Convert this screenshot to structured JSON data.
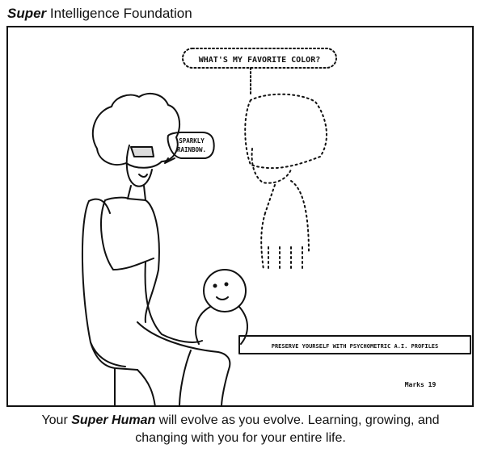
{
  "header": {
    "brand_bold": "Super",
    "brand_rest": " Intelligence Foundation"
  },
  "cartoon": {
    "hologram_speech": "WHAT'S MY FAVORITE COLOR?",
    "woman_speech_line1": "SPARKLY",
    "woman_speech_line2": "RAINBOW.",
    "sign_text": "PRESERVE YOURSELF WITH PSYCHOMETRIC A.I. PROFILES",
    "signature": "Marks 19"
  },
  "caption": {
    "part1": "Your ",
    "part_bold": "Super Human",
    "part2": " will evolve as you evolve. Learning, growing, and",
    "line2": "changing with you for your entire life."
  }
}
